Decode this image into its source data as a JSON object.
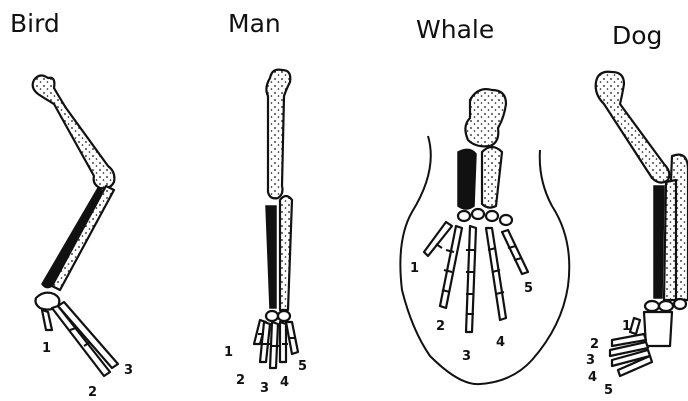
{
  "panels": [
    {
      "title": "Bird",
      "digits": [
        "1",
        "2",
        "3"
      ]
    },
    {
      "title": "Man",
      "digits": [
        "1",
        "2",
        "3",
        "4",
        "5"
      ]
    },
    {
      "title": "Whale",
      "digits": [
        "1",
        "2",
        "3",
        "4",
        "5"
      ]
    },
    {
      "title": "Dog",
      "digits": [
        "1",
        "2",
        "3",
        "4",
        "5"
      ]
    }
  ]
}
